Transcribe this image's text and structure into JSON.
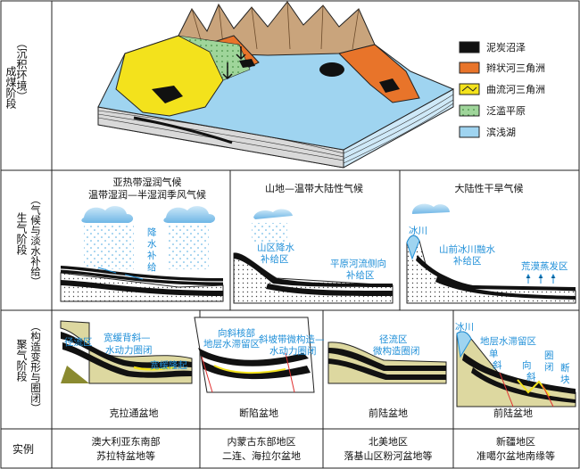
{
  "rows": [
    {
      "title": "成煤阶段",
      "subtitle": "（沉积环境）"
    },
    {
      "title": "生气阶段",
      "subtitle": "（气候与淡水补给）"
    },
    {
      "title": "聚气阶段",
      "subtitle": "（构造变形与圈闭）"
    },
    {
      "title": "实例"
    }
  ],
  "legend": [
    {
      "label": "泥炭沼泽",
      "color": "#111111"
    },
    {
      "label": "辫状河三角洲",
      "color": "#e8742a"
    },
    {
      "label": "曲流河三角洲",
      "color": "#f3e21c"
    },
    {
      "label": "泛滥平原",
      "color": "#9fd59a"
    },
    {
      "label": "滨浅湖",
      "color": "#9fd4f0"
    }
  ],
  "climate": [
    {
      "line1": "亚热带湿润气候",
      "line2": "温带湿润—半湿润季风气候",
      "labels": [
        "降",
        "水",
        "补",
        "给"
      ]
    },
    {
      "line1": "山地—温带大陆性气候",
      "labels": [
        "山区降水",
        "补给区",
        "平原河流侧向",
        "补给区"
      ]
    },
    {
      "line1": "大陆性干旱气候",
      "labels": [
        "冰川",
        "山前冰川融水",
        "补给区",
        "荒漠蒸发区"
      ]
    }
  ],
  "basins": [
    {
      "name": "克拉通盆地",
      "labels": [
        "径流区",
        "宽缓背斜—",
        "水动力圈闭",
        "宽缓隆起"
      ]
    },
    {
      "name": "断陷盆地",
      "labels": [
        "向斜核部",
        "地层水滞留区",
        "斜坡带微构造—",
        "水动力圈闭"
      ]
    },
    {
      "name": "前陆盆地",
      "labels": [
        "径流区",
        "微构造圈闭"
      ]
    },
    {
      "name": "前陆盆地",
      "labels": [
        "冰川",
        "地层水滞留区",
        "单",
        "斜",
        "向",
        "斜",
        "圈",
        "闭",
        "断",
        "块"
      ]
    }
  ],
  "examples": [
    {
      "line1": "澳大利亚东南部",
      "line2": "苏拉特盆地等"
    },
    {
      "line1": "内蒙古东部地区",
      "line2": "二连、海拉尔盆地"
    },
    {
      "line1": "北美地区",
      "line2": "落基山区粉河盆地等"
    },
    {
      "line1": "新疆地区",
      "line2": "准噶尔盆地南缘等"
    }
  ]
}
